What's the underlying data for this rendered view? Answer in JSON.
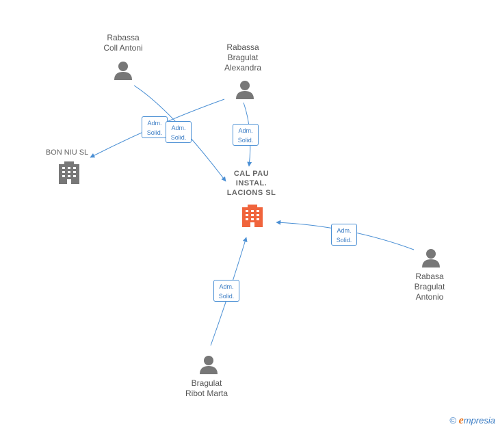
{
  "nodes": {
    "rabassa_coll": {
      "label": [
        "Rabassa",
        "Coll Antoni"
      ]
    },
    "rabassa_alexandra": {
      "label": [
        "Rabassa",
        "Bragulat",
        "Alexandra"
      ]
    },
    "bon_niu": {
      "label": [
        "BON NIU SL"
      ]
    },
    "cal_pau": {
      "label": [
        "CAL PAU",
        "INSTAL.",
        "LACIONS SL"
      ]
    },
    "rabasa_antonio": {
      "label": [
        "Rabasa",
        "Bragulat",
        "Antonio"
      ]
    },
    "bragulat_marta": {
      "label": [
        "Bragulat",
        "Ribot Marta"
      ]
    }
  },
  "edge_labels": {
    "e1": [
      "Adm.",
      "Solid."
    ],
    "e2": [
      "Adm.",
      "Solid."
    ],
    "e3": [
      "Adm.",
      "Solid."
    ],
    "e4": [
      "Adm.",
      "Solid."
    ],
    "e5": [
      "Adm.",
      "Solid."
    ]
  },
  "colors": {
    "edge": "#4a8fd4",
    "person": "#777777",
    "company_main": "#f0643c",
    "company_other": "#777777"
  },
  "footer": {
    "copyright": "©",
    "brand_e": "e",
    "brand_rest": "mpresia"
  }
}
